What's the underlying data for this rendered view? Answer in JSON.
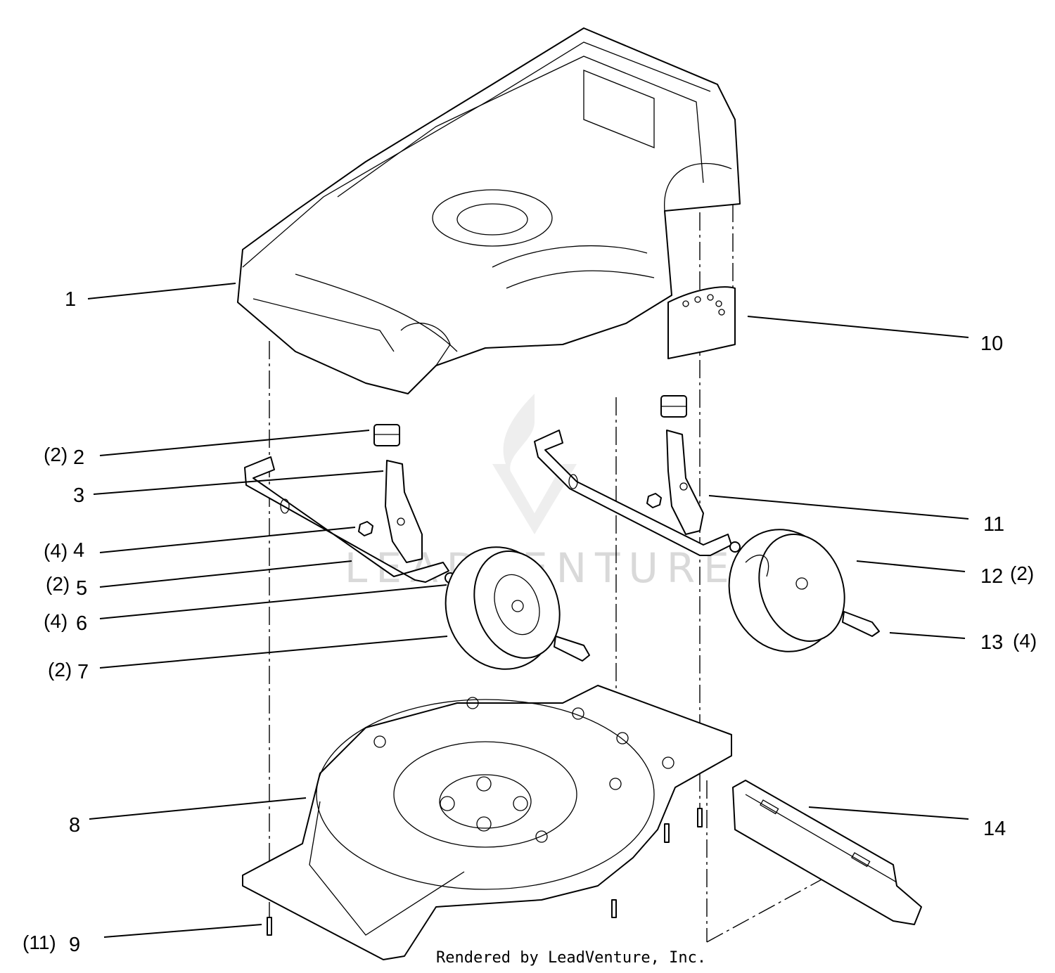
{
  "callouts": [
    {
      "number": "1",
      "qty": ""
    },
    {
      "number": "2",
      "qty": "(2)"
    },
    {
      "number": "3",
      "qty": ""
    },
    {
      "number": "4",
      "qty": "(4)"
    },
    {
      "number": "5",
      "qty": "(2)"
    },
    {
      "number": "6",
      "qty": "(4)"
    },
    {
      "number": "7",
      "qty": "(2)"
    },
    {
      "number": "8",
      "qty": ""
    },
    {
      "number": "9",
      "qty": "(11)"
    },
    {
      "number": "10",
      "qty": ""
    },
    {
      "number": "11",
      "qty": ""
    },
    {
      "number": "12",
      "qty": "(2)"
    },
    {
      "number": "13",
      "qty": "(4)"
    },
    {
      "number": "14",
      "qty": ""
    }
  ],
  "watermark": "LEADVENTURE",
  "footer": "Rendered by LeadVenture, Inc."
}
